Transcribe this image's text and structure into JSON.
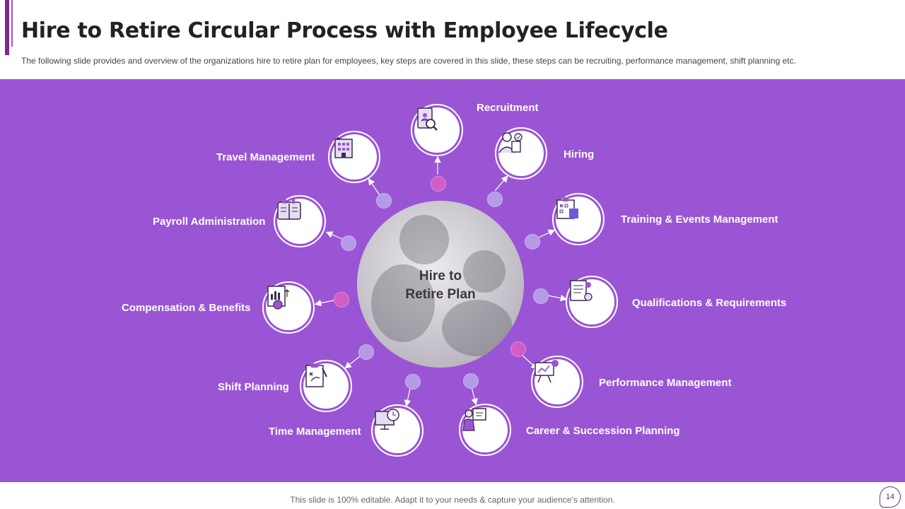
{
  "header": {
    "title": "Hire to Retire Circular Process with Employee Lifecycle",
    "subtitle": "The following  slide provides  and overview  of the organizations  hire to retire plan for employees, key steps are covered  in this slide, these steps can be recruiting, performance  management, shift planning etc."
  },
  "center": {
    "label_line1": "Hire to",
    "label_line2": "Retire Plan"
  },
  "steps": [
    {
      "label": "Recruitment",
      "icon": "recruitment-search-icon"
    },
    {
      "label": "Hiring",
      "icon": "hiring-person-icon"
    },
    {
      "label": "Training & Events Management",
      "icon": "training-calendar-icon"
    },
    {
      "label": "Qualifications & Requirements",
      "icon": "qualifications-certificate-icon"
    },
    {
      "label": "Performance Management",
      "icon": "performance-chart-icon"
    },
    {
      "label": "Career & Succession Planning",
      "icon": "career-presentation-icon"
    },
    {
      "label": "Time Management",
      "icon": "time-monitor-clock-icon"
    },
    {
      "label": "Shift Planning",
      "icon": "shift-planning-clipboard-icon"
    },
    {
      "label": "Compensation & Benefits",
      "icon": "compensation-money-icon"
    },
    {
      "label": "Payroll Administration",
      "icon": "payroll-book-icon"
    },
    {
      "label": "Travel Management",
      "icon": "travel-hotel-icon"
    }
  ],
  "colors": {
    "panel": "#9a55d4",
    "accent": "#7b2b8c",
    "dot_lavender": "#b59ae6",
    "dot_pink": "#d05ec6"
  },
  "footer": {
    "text": "This slide is 100% editable. Adapt it to your needs & capture your audience’s attention.",
    "page_number": "14"
  }
}
